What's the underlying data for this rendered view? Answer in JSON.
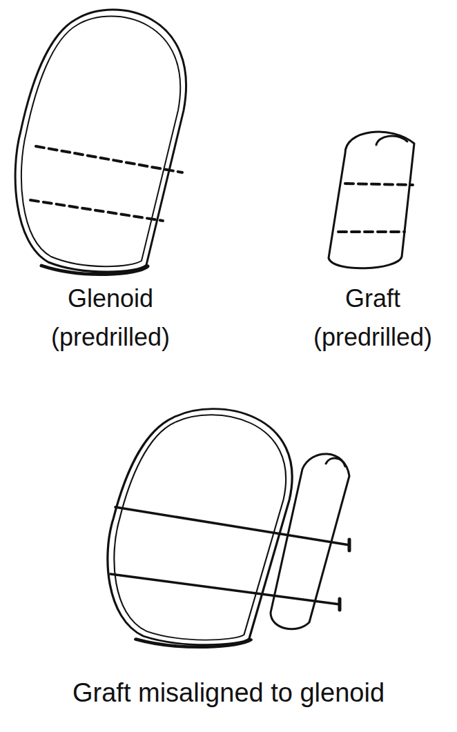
{
  "diagram": {
    "labels": [
      "Glenoid (predrilled)",
      "Graft (predrilled)",
      "Graft misaligned to glenoid"
    ]
  }
}
